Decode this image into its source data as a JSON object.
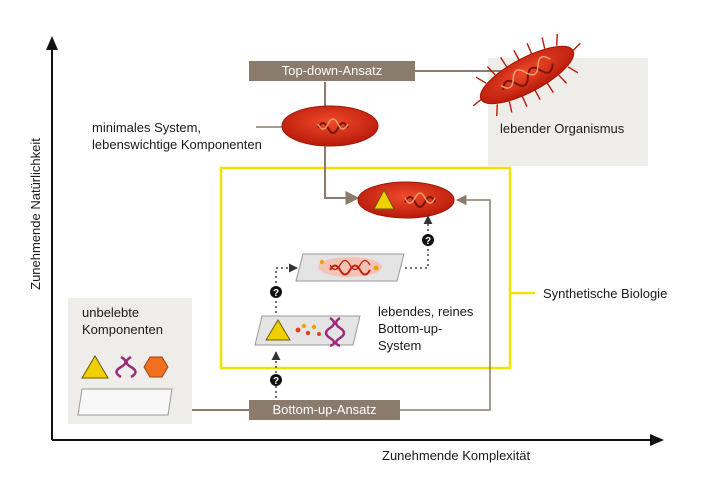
{
  "axes": {
    "x_label": "Zunehmende Komplexität",
    "y_label": "Zunehmende Natürlichkeit"
  },
  "labels": {
    "top_down": "Top-down-Ansatz",
    "bottom_up": "Bottom-up-Ansatz",
    "living_organism": "lebender Organismus",
    "minimal_system_line1": "minimales System,",
    "minimal_system_line2": "lebenswichtige Komponenten",
    "synthetic_biology": "Synthetische Biologie",
    "inanimate_line1": "unbelebte",
    "inanimate_line2": "Komponenten",
    "pure_system_line1": "lebendes, reines",
    "pure_system_line2": "Bottom-up-",
    "pure_system_line3": "System",
    "question_mark": "?"
  },
  "colors": {
    "tag_box": "#8a7b6c",
    "synthetic_frame": "#f2e200",
    "cell_red": "#d42a12",
    "connector": "#8a7b6c",
    "panel_grey": "#efedea"
  },
  "icons": [
    "axis-arrow-icon",
    "bacterium-icon",
    "cell-icon",
    "triangle-icon",
    "dna-icon",
    "hexagon-icon",
    "question-mark-icon",
    "arrow-icon"
  ]
}
